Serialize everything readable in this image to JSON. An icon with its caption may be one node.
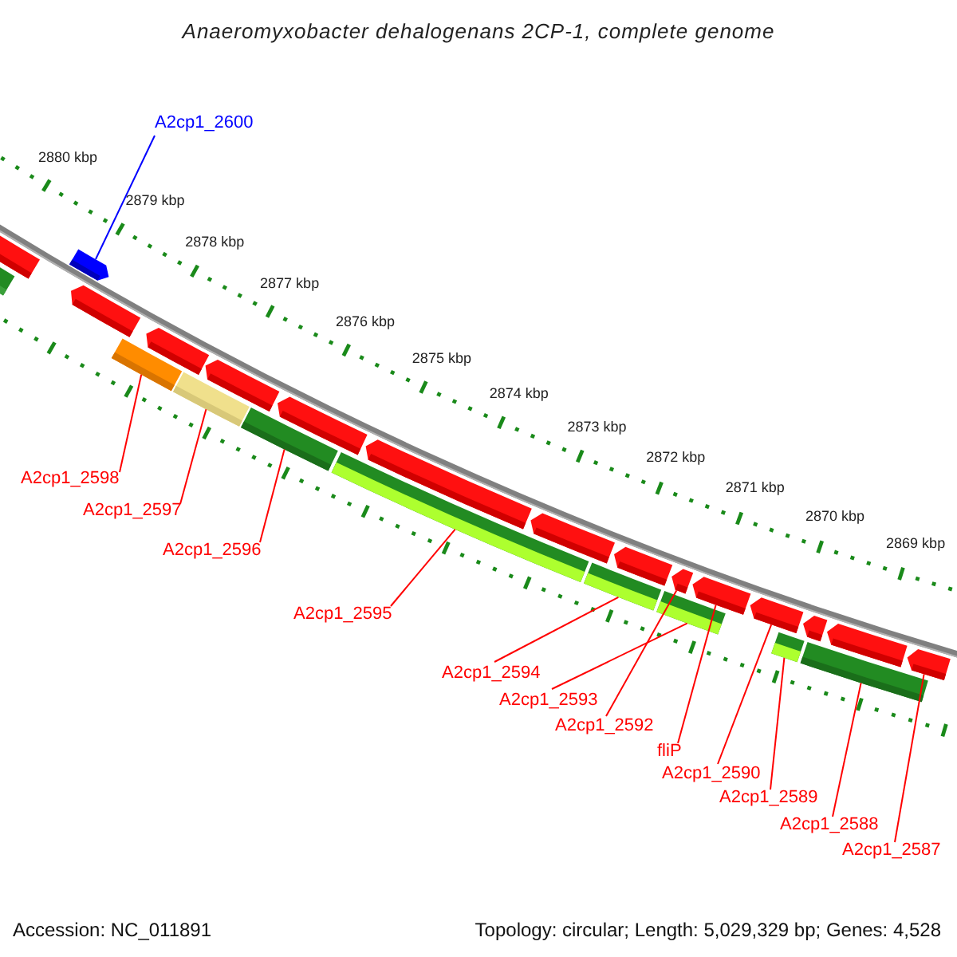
{
  "diagram": {
    "title": "Anaeromyxobacter dehalogenans 2CP-1, complete genome",
    "nodes": [
      {
        "text": [
          "A2cp1_2600"
        ]
      },
      {
        "text": [
          "A2cp1_2598"
        ]
      },
      {
        "text": [
          "A2cp1_2597"
        ]
      },
      {
        "text": [
          "A2cp1_2596"
        ]
      },
      {
        "text": [
          "A2cp1_2595"
        ]
      },
      {
        "text": [
          "A2cp1_2594"
        ]
      },
      {
        "text": [
          "A2cp1_2593"
        ]
      },
      {
        "text": [
          "A2cp1_2592"
        ]
      },
      {
        "text": [
          "fliP"
        ]
      },
      {
        "text": [
          "A2cp1_2590"
        ]
      },
      {
        "text": [
          "A2cp1_2589"
        ]
      },
      {
        "text": [
          "A2cp1_2588"
        ]
      },
      {
        "text": [
          "A2cp1_2587"
        ]
      },
      {
        "text": [],
        "shape": "bar"
      },
      {
        "text": [],
        "shape": "bar"
      },
      {
        "text": [],
        "shape": "bar"
      },
      {
        "text": [],
        "shape": "bar"
      },
      {
        "text": [],
        "shape": "bar"
      },
      {
        "text": [],
        "shape": "bar"
      },
      {
        "text": [],
        "shape": "bar"
      },
      {
        "text": [],
        "shape": "bar"
      },
      {
        "text": [],
        "shape": "bar"
      },
      {
        "text": [],
        "shape": "bar"
      },
      {
        "text": [],
        "shape": "bar"
      },
      {
        "text": [],
        "shape": "bar"
      },
      {
        "text": [],
        "shape": "bar"
      },
      {
        "text": [],
        "shape": "bar"
      },
      {
        "text": [],
        "shape": "bar"
      },
      {
        "text": [],
        "shape": "bar"
      },
      {
        "text": [],
        "shape": "bar"
      },
      {
        "text": [],
        "shape": "bar"
      },
      {
        "text": [],
        "shape": "bar"
      },
      {
        "text": [],
        "shape": "bar"
      },
      {
        "text": [],
        "shape": "bar"
      },
      {
        "text": [],
        "shape": "bar"
      },
      {
        "text": [],
        "shape": "bar"
      },
      {
        "text": [],
        "shape": "bar"
      }
    ],
    "edges": [
      {
        "from": 0,
        "to": 13,
        "arrow": "none",
        "color": "#0000ff"
      },
      {
        "from": 1,
        "to": 29,
        "arrow": "none"
      },
      {
        "from": 2,
        "to": 30,
        "arrow": "none"
      },
      {
        "from": 3,
        "to": 31,
        "arrow": "none"
      },
      {
        "from": 4,
        "to": 32,
        "arrow": "none"
      },
      {
        "from": 5,
        "to": 33,
        "arrow": "none"
      },
      {
        "from": 6,
        "to": 34,
        "arrow": "none"
      },
      {
        "from": 7,
        "to": 22,
        "arrow": "none"
      },
      {
        "from": 8,
        "to": 23,
        "arrow": "none"
      },
      {
        "from": 9,
        "to": 24,
        "arrow": "none"
      },
      {
        "from": 10,
        "to": 35,
        "arrow": "none"
      },
      {
        "from": 11,
        "to": 36,
        "arrow": "none"
      },
      {
        "from": 12,
        "to": 27,
        "arrow": "none"
      }
    ],
    "labels": [
      "2880 kbp",
      "2879 kbp",
      "2878 kbp",
      "2877 kbp",
      "2876 kbp",
      "2875 kbp",
      "2874 kbp",
      "2873 kbp",
      "2872 kbp",
      "2871 kbp",
      "2870 kbp",
      "2869 kbp",
      "Accession: NC_011891",
      "Topology: circular; Length: 5,029,329 bp; Genes: 4,528"
    ]
  }
}
